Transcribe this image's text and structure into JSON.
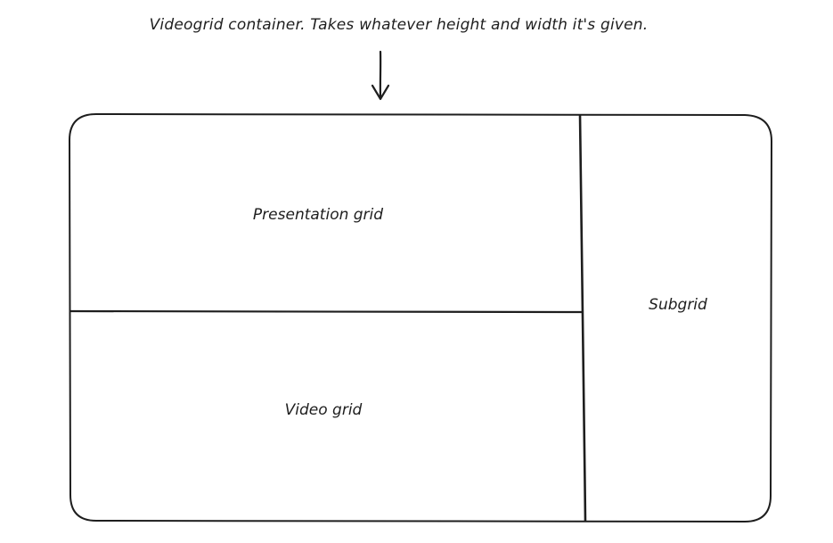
{
  "annotation": "Videogrid container. Takes whatever height and width it's given.",
  "regions": {
    "presentation": "Presentation grid",
    "video": "Video grid",
    "subgrid": "Subgrid"
  },
  "colors": {
    "stroke": "#1e1e1e",
    "background": "#ffffff"
  }
}
